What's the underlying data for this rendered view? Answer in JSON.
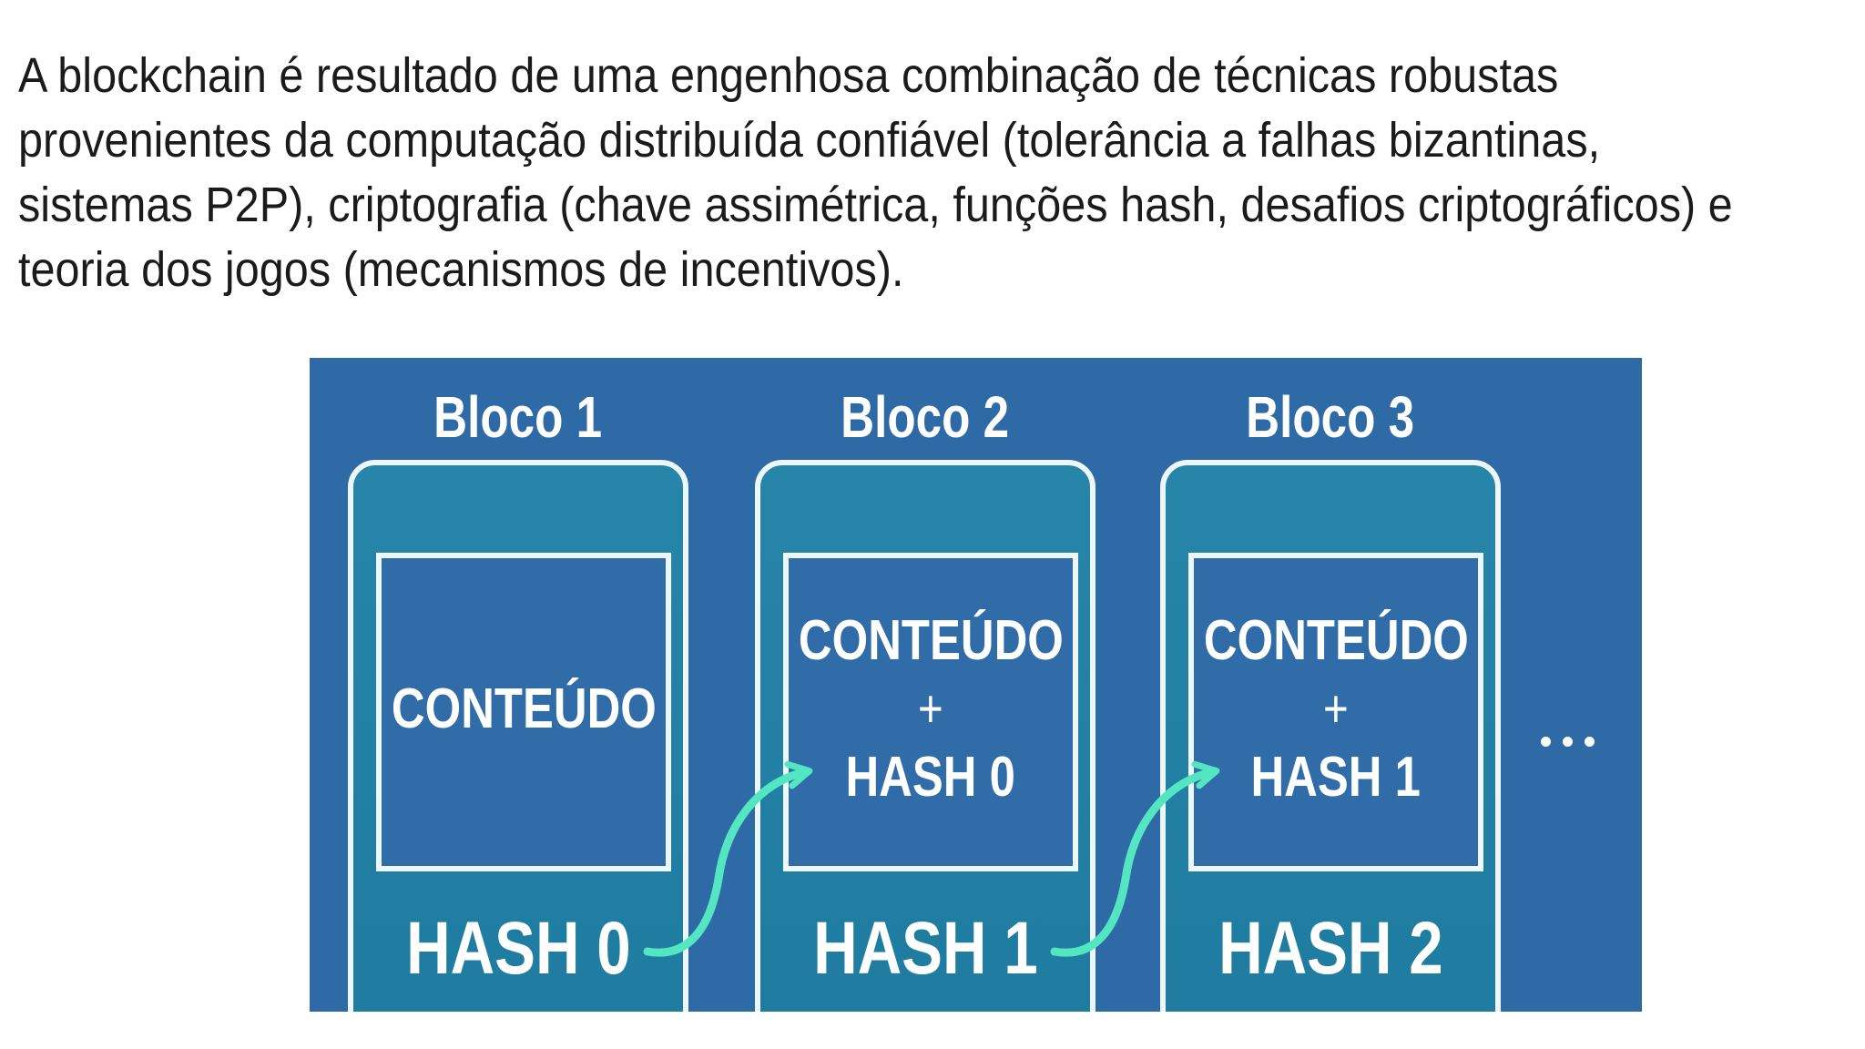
{
  "paragraph": {
    "text": "A blockchain é resultado de uma engenhosa combinação de técnicas robustas provenientes da computação distribuída confiável (tolerância a falhas bizantinas, sistemas P2P), criptografia (chave assimétrica, funções hash, desafios criptográficos) e teoria dos jogos (mecanismos de incentivos).",
    "lines": [
      "A blockchain é resultado de uma engenhosa combinação de técnicas robustas",
      "provenientes da computação distribuída confiável (tolerância a falhas bizantinas,",
      "sistemas P2P), criptografia (chave assimétrica, funções hash, desafios criptográficos) e",
      "teoria dos jogos (mecanismos de incentivos)."
    ]
  },
  "diagram": {
    "blocks": [
      {
        "label": "Bloco 1",
        "content_lines": [
          "CONTEÚDO"
        ],
        "hash_label": "HASH 0"
      },
      {
        "label": "Bloco 2",
        "content_lines": [
          "CONTEÚDO",
          "+",
          "HASH 0"
        ],
        "hash_label": "HASH 1"
      },
      {
        "label": "Bloco 3",
        "content_lines": [
          "CONTEÚDO",
          "+",
          "HASH 1"
        ],
        "hash_label": "HASH 2"
      }
    ],
    "ellipsis": "...",
    "colors": {
      "background": "#2e6ba6",
      "block_fill_top": "#2685a9",
      "block_fill_bottom": "#1f7ba0",
      "inner_square": "#2f6ca8",
      "border": "#edf7f9",
      "arrow": "#54e5c1",
      "text": "#ffffff"
    }
  }
}
